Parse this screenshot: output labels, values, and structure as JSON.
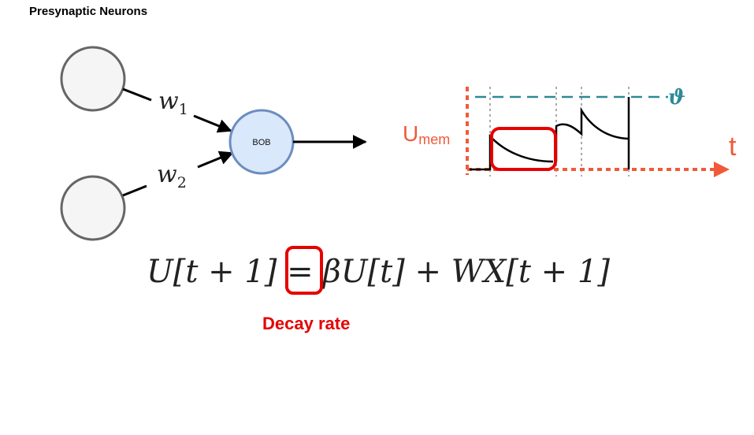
{
  "header": {
    "title": "Presynaptic Neurons"
  },
  "network": {
    "weight_1": {
      "base": "w",
      "sub": "1"
    },
    "weight_2": {
      "base": "w",
      "sub": "2"
    },
    "neuron_label": "BOB"
  },
  "plot": {
    "y_label": {
      "base": "U",
      "sub": "mem"
    },
    "x_label": "t",
    "threshold_label": "ϑ"
  },
  "equation": {
    "lhs": "U[t + 1] =",
    "beta": "β",
    "rhs": "U[t] + WX[t + 1]"
  },
  "annotation": {
    "decay_label": "Decay rate"
  },
  "colors": {
    "neuron_fill": "#dae8fc",
    "neuron_stroke": "#6c8ebf",
    "input_fill": "#f5f5f5",
    "input_stroke": "#666666",
    "highlight": "#e60000",
    "axis": "#f05a3a",
    "threshold": "#2e8a96"
  }
}
